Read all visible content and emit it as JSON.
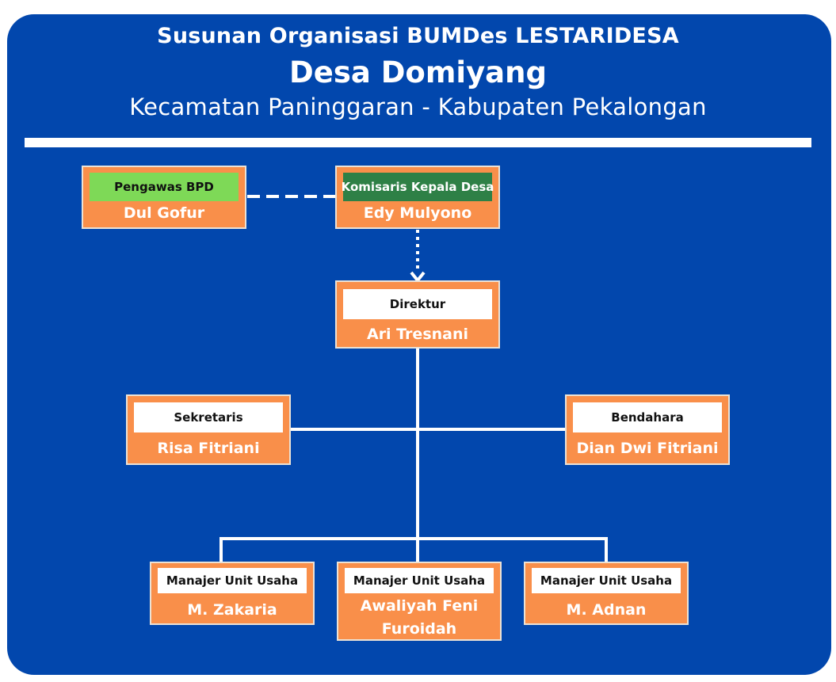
{
  "header": {
    "title": "Susunan Organisasi BUMDes LESTARIDESA",
    "village": "Desa Domiyang",
    "location": "Kecamatan Paninggaran - Kabupaten Pekalongan"
  },
  "org": {
    "pengawas": {
      "role": "Pengawas BPD",
      "name": "Dul Gofur"
    },
    "komisaris": {
      "role": "Komisaris Kepala Desa",
      "name": "Edy Mulyono"
    },
    "direktur": {
      "role": "Direktur",
      "name": "Ari Tresnani"
    },
    "sekretaris": {
      "role": "Sekretaris",
      "name": "Risa Fitriani"
    },
    "bendahara": {
      "role": "Bendahara",
      "name": "Dian Dwi Fitriani"
    },
    "manajer": [
      {
        "role": "Manajer Unit Usaha",
        "name": "M. Zakaria"
      },
      {
        "role": "Manajer Unit Usaha",
        "name": "Awaliyah Feni Furoidah"
      },
      {
        "role": "Manajer Unit Usaha",
        "name": "M. Adnan"
      }
    ]
  },
  "colors": {
    "background": "#0247ad",
    "box": "#f98f4a",
    "pengawas_label": "#7ed957",
    "komisaris_label": "#2e8046"
  }
}
